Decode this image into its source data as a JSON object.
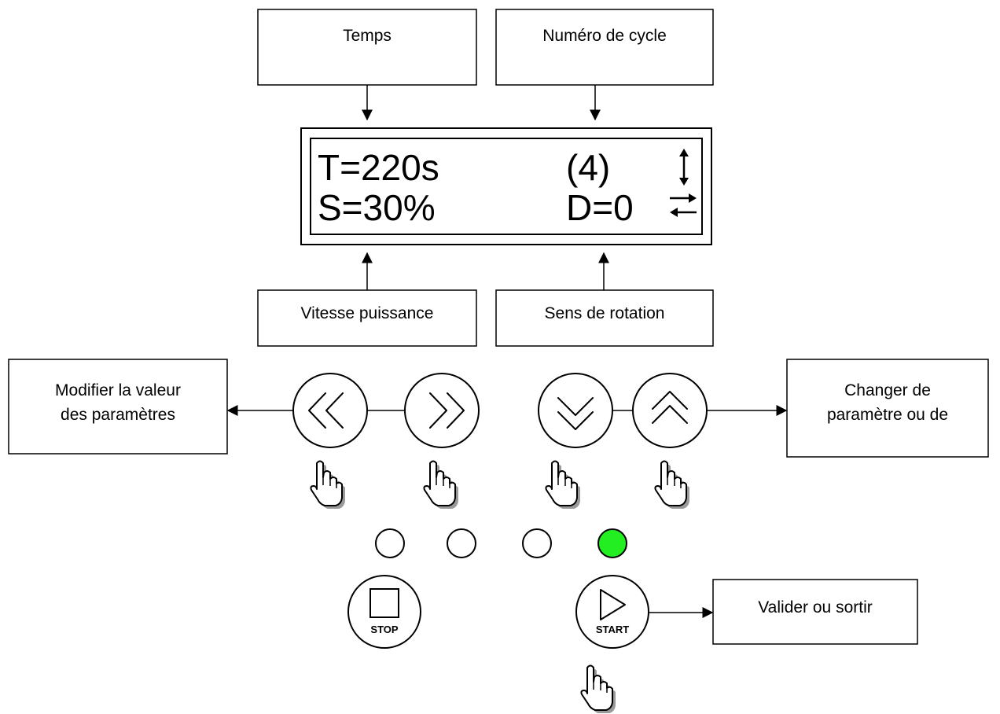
{
  "callouts": {
    "temps": "Temps",
    "numero_cycle": "Numéro de cycle",
    "vitesse": "Vitesse puissance",
    "sens": "Sens de rotation",
    "modifier_line1": "Modifier la valeur",
    "modifier_line2": "des paramètres",
    "changer_line1": "Changer de",
    "changer_line2": "paramètre ou de",
    "valider": "Valider ou sortir"
  },
  "display": {
    "time": "T=220s",
    "cycle": "(4)",
    "speed": "S=30%",
    "direction": "D=0"
  },
  "buttons": {
    "stop_label": "STOP",
    "start_label": "START"
  },
  "leds": [
    {
      "state": "off",
      "color": "#ffffff"
    },
    {
      "state": "off",
      "color": "#ffffff"
    },
    {
      "state": "off",
      "color": "#ffffff"
    },
    {
      "state": "on",
      "color": "#22ee22"
    }
  ],
  "colors": {
    "stroke": "#000000",
    "led_on": "#22ee22",
    "hand_shadow": "#9a9a9a"
  },
  "icons": [
    "up-down-arrow-icon",
    "swap-arrows-icon",
    "double-chevron-left-icon",
    "double-chevron-right-icon",
    "double-chevron-down-icon",
    "double-chevron-up-icon",
    "stop-square-icon",
    "play-triangle-icon",
    "pointing-hand-icon"
  ]
}
